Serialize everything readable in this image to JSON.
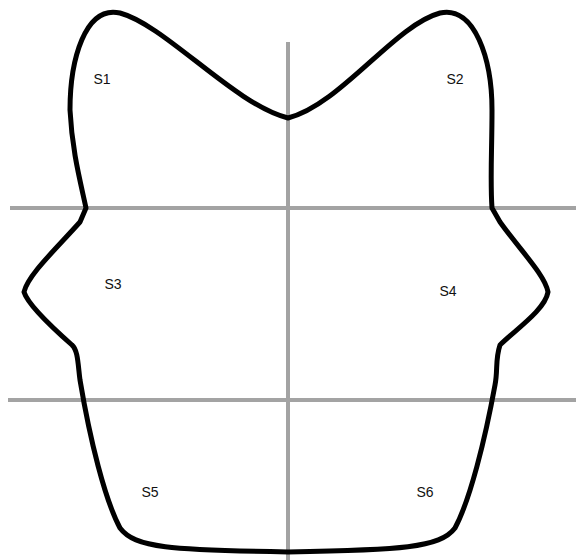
{
  "diagram": {
    "labels": [
      "S1",
      "S2",
      "S3",
      "S4",
      "S5",
      "S6"
    ]
  }
}
